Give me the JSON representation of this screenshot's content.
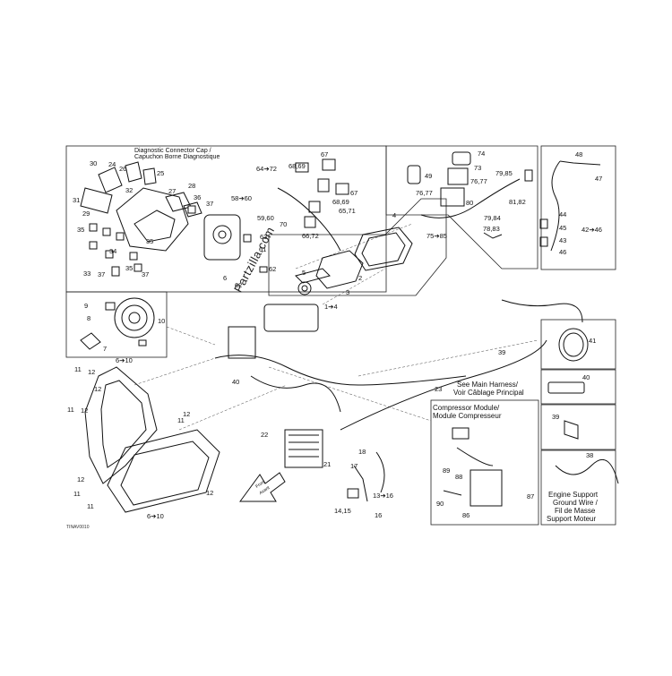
{
  "captions": {
    "diagnostic_cap": "Diagnostic Connector Cap /",
    "diagnostic_cap_fr": "Capuchon Borne Diagnostique",
    "main_harness": "See Main Harness/",
    "main_harness_fr": "Voir Câblage Principal",
    "compressor": "Compressor Module/",
    "compressor_fr": "Module Compresseur",
    "ground_1": "Engine Support",
    "ground_2": "Ground Wire /",
    "ground_3": "Fil de Masse",
    "ground_4": "Support Moteur",
    "front": "Front",
    "front_fr": "Avant",
    "watermark": "Partzilla.com",
    "figure_code": "TINAV0010"
  },
  "callouts": [
    {
      "t": "30"
    },
    {
      "t": "24"
    },
    {
      "t": "26"
    },
    {
      "t": "25"
    },
    {
      "t": "31"
    },
    {
      "t": "32"
    },
    {
      "t": "27"
    },
    {
      "t": "28"
    },
    {
      "t": "36"
    },
    {
      "t": "37"
    },
    {
      "t": "29"
    },
    {
      "t": "33"
    },
    {
      "t": "34"
    },
    {
      "t": "35"
    },
    {
      "t": "35"
    },
    {
      "t": "37"
    },
    {
      "t": "37"
    },
    {
      "t": "35"
    },
    {
      "t": "58➔60"
    },
    {
      "t": "59,60"
    },
    {
      "t": "63"
    },
    {
      "t": "61"
    },
    {
      "t": "62"
    },
    {
      "t": "62"
    },
    {
      "t": "6"
    },
    {
      "t": "64➔72"
    },
    {
      "t": "68,69"
    },
    {
      "t": "67"
    },
    {
      "t": "67"
    },
    {
      "t": "68,69"
    },
    {
      "t": "65,71"
    },
    {
      "t": "70"
    },
    {
      "t": "66,72"
    },
    {
      "t": "74"
    },
    {
      "t": "73"
    },
    {
      "t": "49"
    },
    {
      "t": "76,77"
    },
    {
      "t": "76,77"
    },
    {
      "t": "80"
    },
    {
      "t": "79,85"
    },
    {
      "t": "81,82"
    },
    {
      "t": "79,84"
    },
    {
      "t": "78,83"
    },
    {
      "t": "75➔85"
    },
    {
      "t": "48"
    },
    {
      "t": "47"
    },
    {
      "t": "44"
    },
    {
      "t": "45"
    },
    {
      "t": "43"
    },
    {
      "t": "46"
    },
    {
      "t": "42➔46"
    },
    {
      "t": "4"
    },
    {
      "t": "5"
    },
    {
      "t": "2"
    },
    {
      "t": "3"
    },
    {
      "t": "1➔4"
    },
    {
      "t": "9"
    },
    {
      "t": "10"
    },
    {
      "t": "8"
    },
    {
      "t": "7"
    },
    {
      "t": "6➔10"
    },
    {
      "t": "11"
    },
    {
      "t": "12"
    },
    {
      "t": "11"
    },
    {
      "t": "12"
    },
    {
      "t": "12"
    },
    {
      "t": "12"
    },
    {
      "t": "11"
    },
    {
      "t": "12"
    },
    {
      "t": "12"
    },
    {
      "t": "11"
    },
    {
      "t": "11"
    },
    {
      "t": "6➔10"
    },
    {
      "t": "40"
    },
    {
      "t": "41"
    },
    {
      "t": "39"
    },
    {
      "t": "23"
    },
    {
      "t": "40"
    },
    {
      "t": "39"
    },
    {
      "t": "22"
    },
    {
      "t": "21"
    },
    {
      "t": "18"
    },
    {
      "t": "17"
    },
    {
      "t": "13➔16"
    },
    {
      "t": "14,15"
    },
    {
      "t": "16"
    },
    {
      "t": "89"
    },
    {
      "t": "88"
    },
    {
      "t": "87"
    },
    {
      "t": "90"
    },
    {
      "t": "86"
    },
    {
      "t": "38"
    }
  ]
}
